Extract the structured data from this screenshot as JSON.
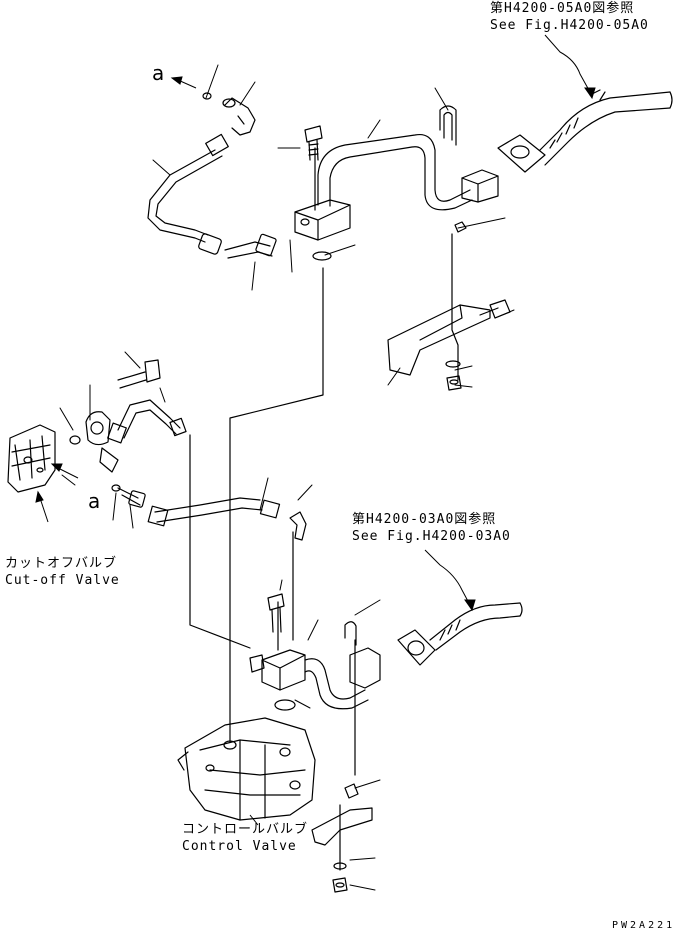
{
  "references": {
    "top": {
      "jp": "第H4200-05A0図参照",
      "en": "See Fig.H4200-05A0"
    },
    "middle": {
      "jp": "第H4200-03A0図参照",
      "en": "See Fig.H4200-03A0"
    }
  },
  "arrow_labels": {
    "top": "a",
    "left": "a"
  },
  "components": {
    "cutoff_valve": {
      "jp": "カットオフバルブ",
      "en": "Cut-off Valve"
    },
    "control_valve": {
      "jp": "コントロールバルブ",
      "en": "Control Valve"
    }
  },
  "drawing_code": "PW2A221"
}
